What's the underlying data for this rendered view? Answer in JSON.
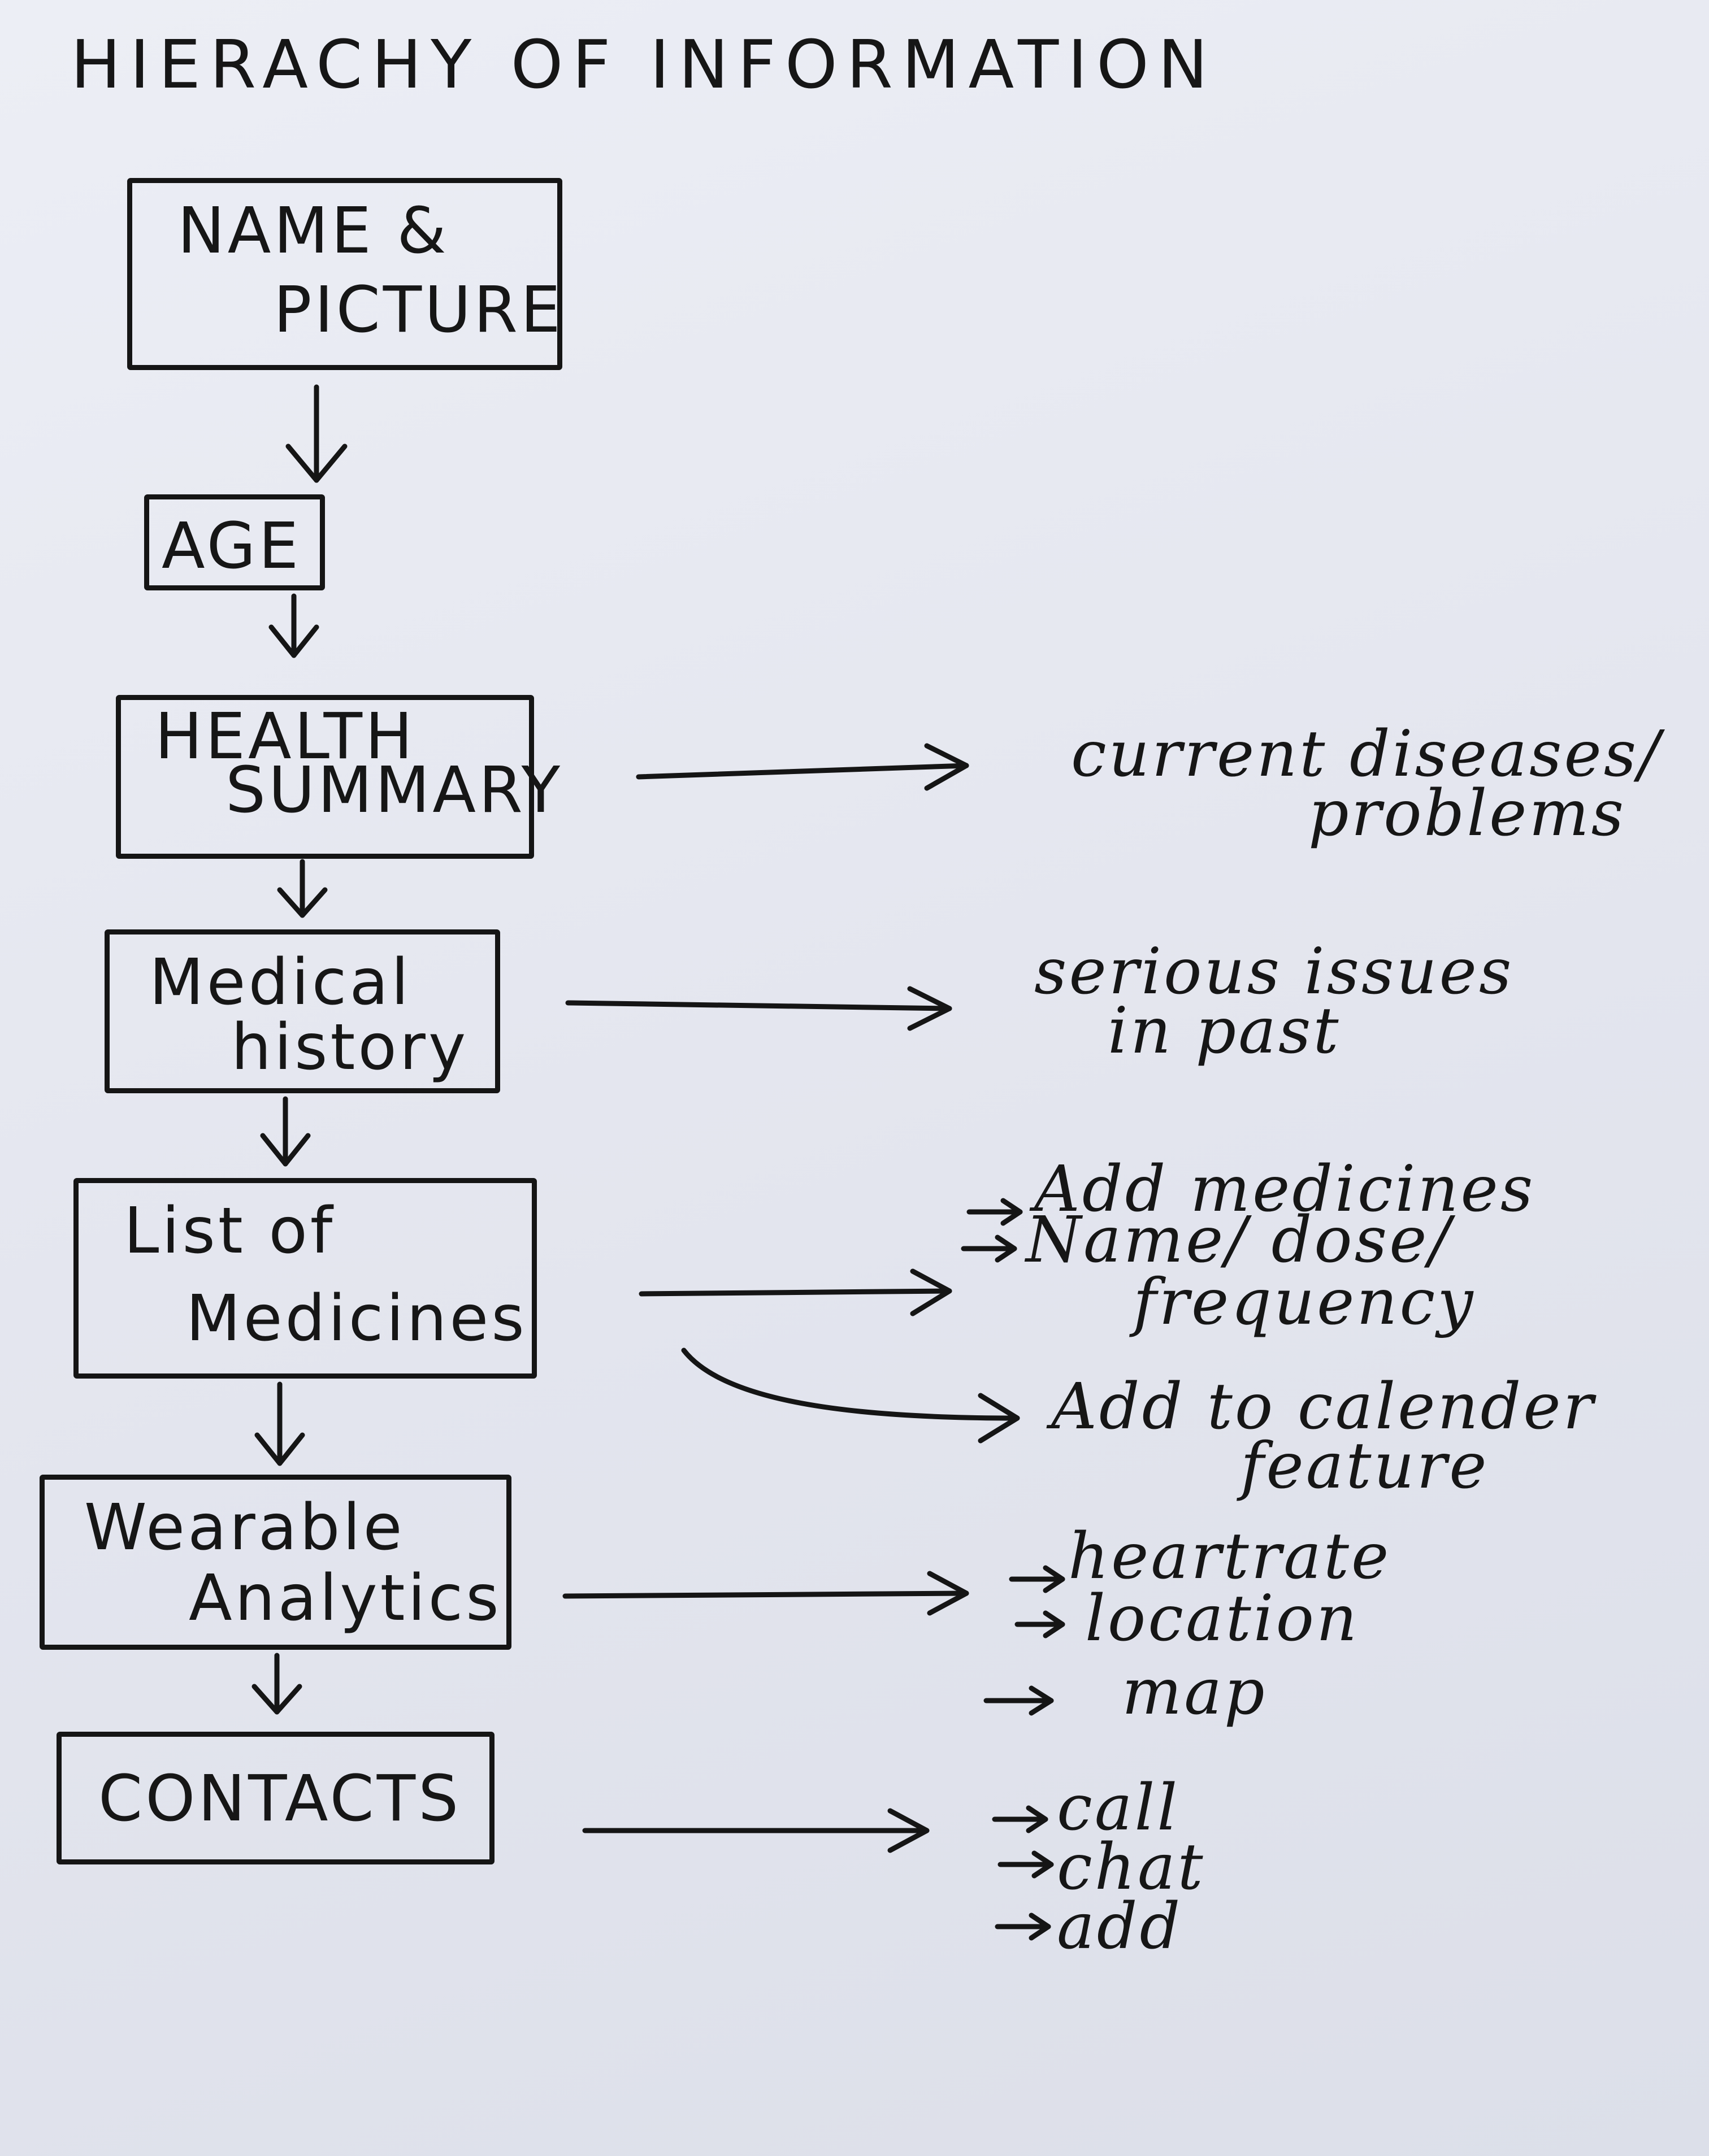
{
  "title": "HIERACHY OF INFORMATION",
  "boxes": {
    "name_picture": {
      "line1": "NAME &",
      "line2": "PICTURE"
    },
    "age": {
      "line1": "AGE"
    },
    "health_summary": {
      "line1": "HEALTH",
      "line2": "SUMMARY"
    },
    "medical_history": {
      "line1": "Medical",
      "line2": "history"
    },
    "list_of_medicines": {
      "line1": "List of",
      "line2": "Medicines"
    },
    "wearable_analytics": {
      "line1": "Wearable",
      "line2": "Analytics"
    },
    "contacts": {
      "line1": "CONTACTS"
    }
  },
  "notes": {
    "health_summary": {
      "line1": "current diseases/",
      "line2": "problems"
    },
    "medical_history": {
      "line1": "serious issues",
      "line2": "in past"
    },
    "medicines": {
      "line1": "Add medicines",
      "line2": "Name/ dose/",
      "line3": "frequency",
      "calendar1": "Add to calender",
      "calendar2": "feature"
    },
    "wearable": {
      "item1": "heartrate",
      "item2": "location",
      "item3": "map"
    },
    "contacts": {
      "item1": "call",
      "item2": "chat",
      "item3": "add"
    }
  }
}
